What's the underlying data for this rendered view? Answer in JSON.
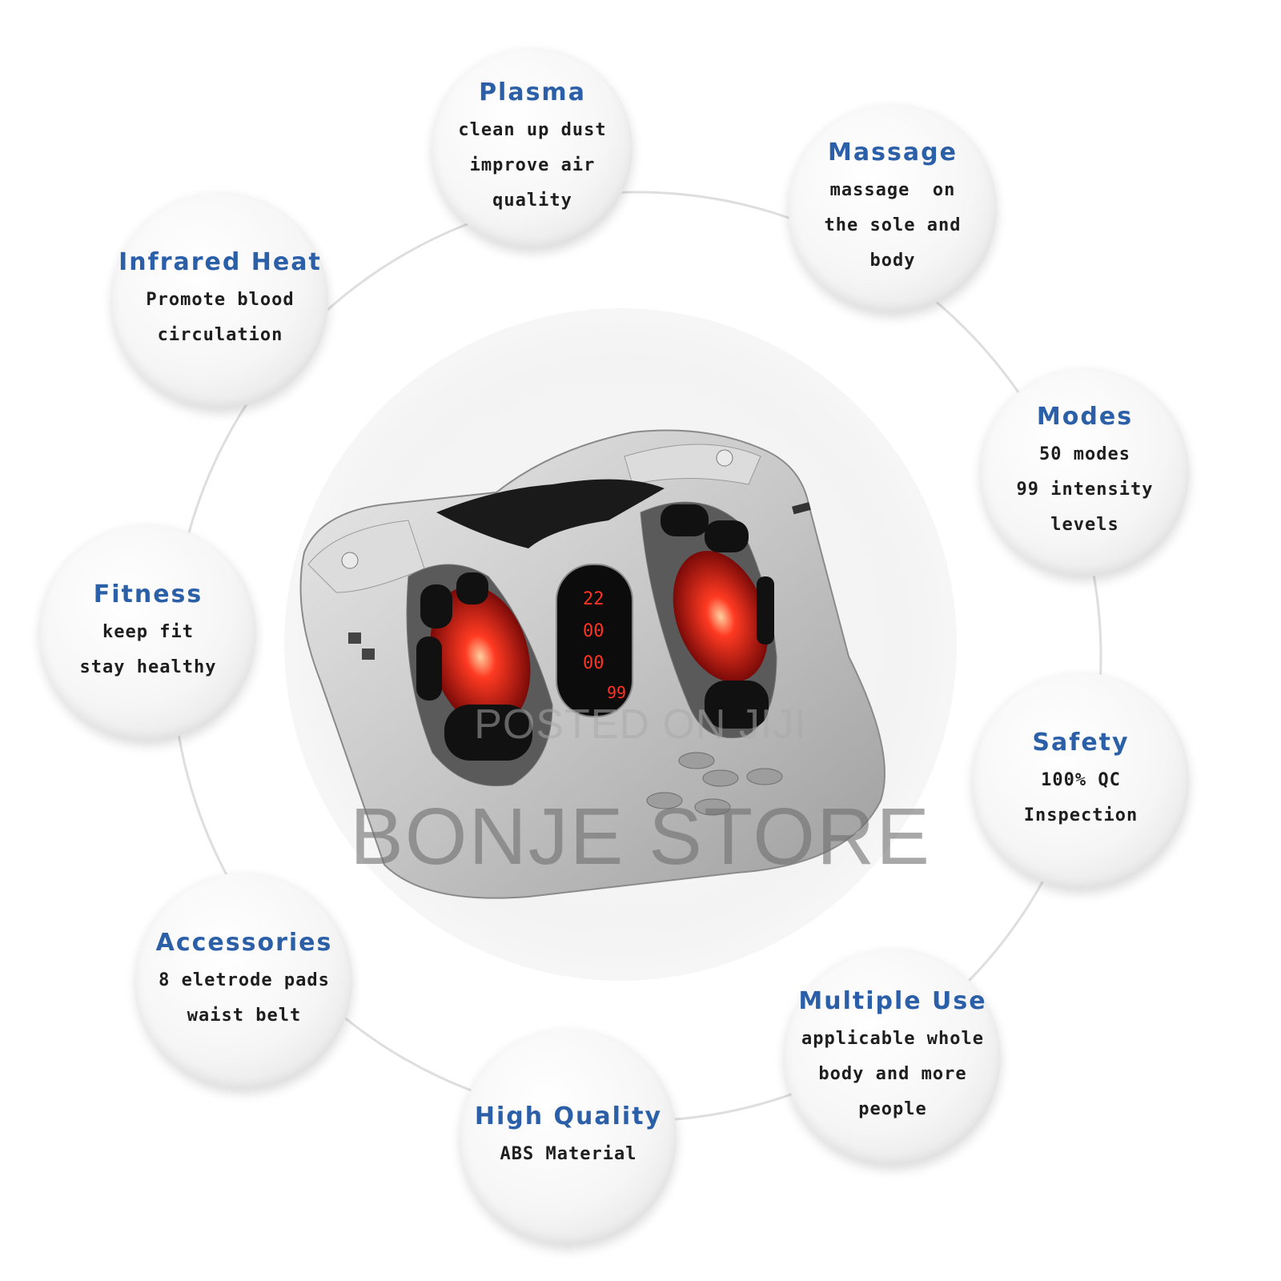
{
  "features": [
    {
      "title": "Plasma",
      "lines": [
        "clean up dust",
        "improve air",
        "quality"
      ]
    },
    {
      "title": "Massage",
      "lines": [
        "massage  on",
        "the sole and",
        "body"
      ]
    },
    {
      "title": "Modes",
      "lines": [
        "50 modes",
        "99 intensity",
        "levels"
      ]
    },
    {
      "title": "Safety",
      "lines": [
        "100% QC",
        "Inspection"
      ]
    },
    {
      "title": "Multiple Use",
      "lines": [
        "applicable whole",
        "body and more",
        "people"
      ]
    },
    {
      "title": "High Quality",
      "lines": [
        "ABS Material"
      ]
    },
    {
      "title": "Accessories",
      "lines": [
        "8 eletrode pads",
        "waist belt"
      ]
    },
    {
      "title": "Fitness",
      "lines": [
        "keep fit",
        "stay healthy"
      ]
    },
    {
      "title": "Infrared Heat",
      "lines": [
        "Promote blood",
        "circulation"
      ]
    }
  ],
  "device_display": {
    "lines": [
      "22",
      "00",
      "00",
      "99"
    ]
  },
  "watermark": {
    "line1": "POSTED ON JIJI",
    "line2": "BONJE STORE"
  },
  "colors": {
    "title": "#2b5fa8",
    "body_text": "#1e1e1e",
    "device_body": "#c4c4c4",
    "device_glow": "#ff2a1a",
    "display": "#ff3322"
  }
}
